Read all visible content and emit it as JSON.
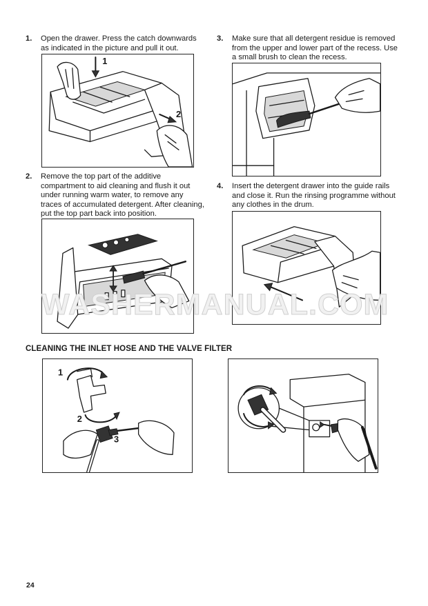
{
  "steps": [
    {
      "number": "1.",
      "text": "Open the drawer. Press the catch downwards as indicated in the picture and pull it out."
    },
    {
      "number": "2.",
      "text": "Remove the top part of the additive compartment to aid cleaning and flush it out under running warm water, to remove any traces of accumulated detergent. After cleaning, put the top part back into position."
    },
    {
      "number": "3.",
      "text": "Make sure that all detergent residue is removed from the upper and lower part of the recess. Use a small brush to clean the recess."
    },
    {
      "number": "4.",
      "text": "Insert the detergent drawer into the guide rails and close it. Run the rinsing programme without any clothes in the drum."
    }
  ],
  "figures": {
    "fig1_callouts": [
      "1",
      "2"
    ],
    "hose_callouts": [
      "1",
      "2",
      "3"
    ]
  },
  "section_heading": "CLEANING THE INLET HOSE AND THE VALVE FILTER",
  "watermark": "WASHERMANUAL.COM",
  "page_number": "24"
}
